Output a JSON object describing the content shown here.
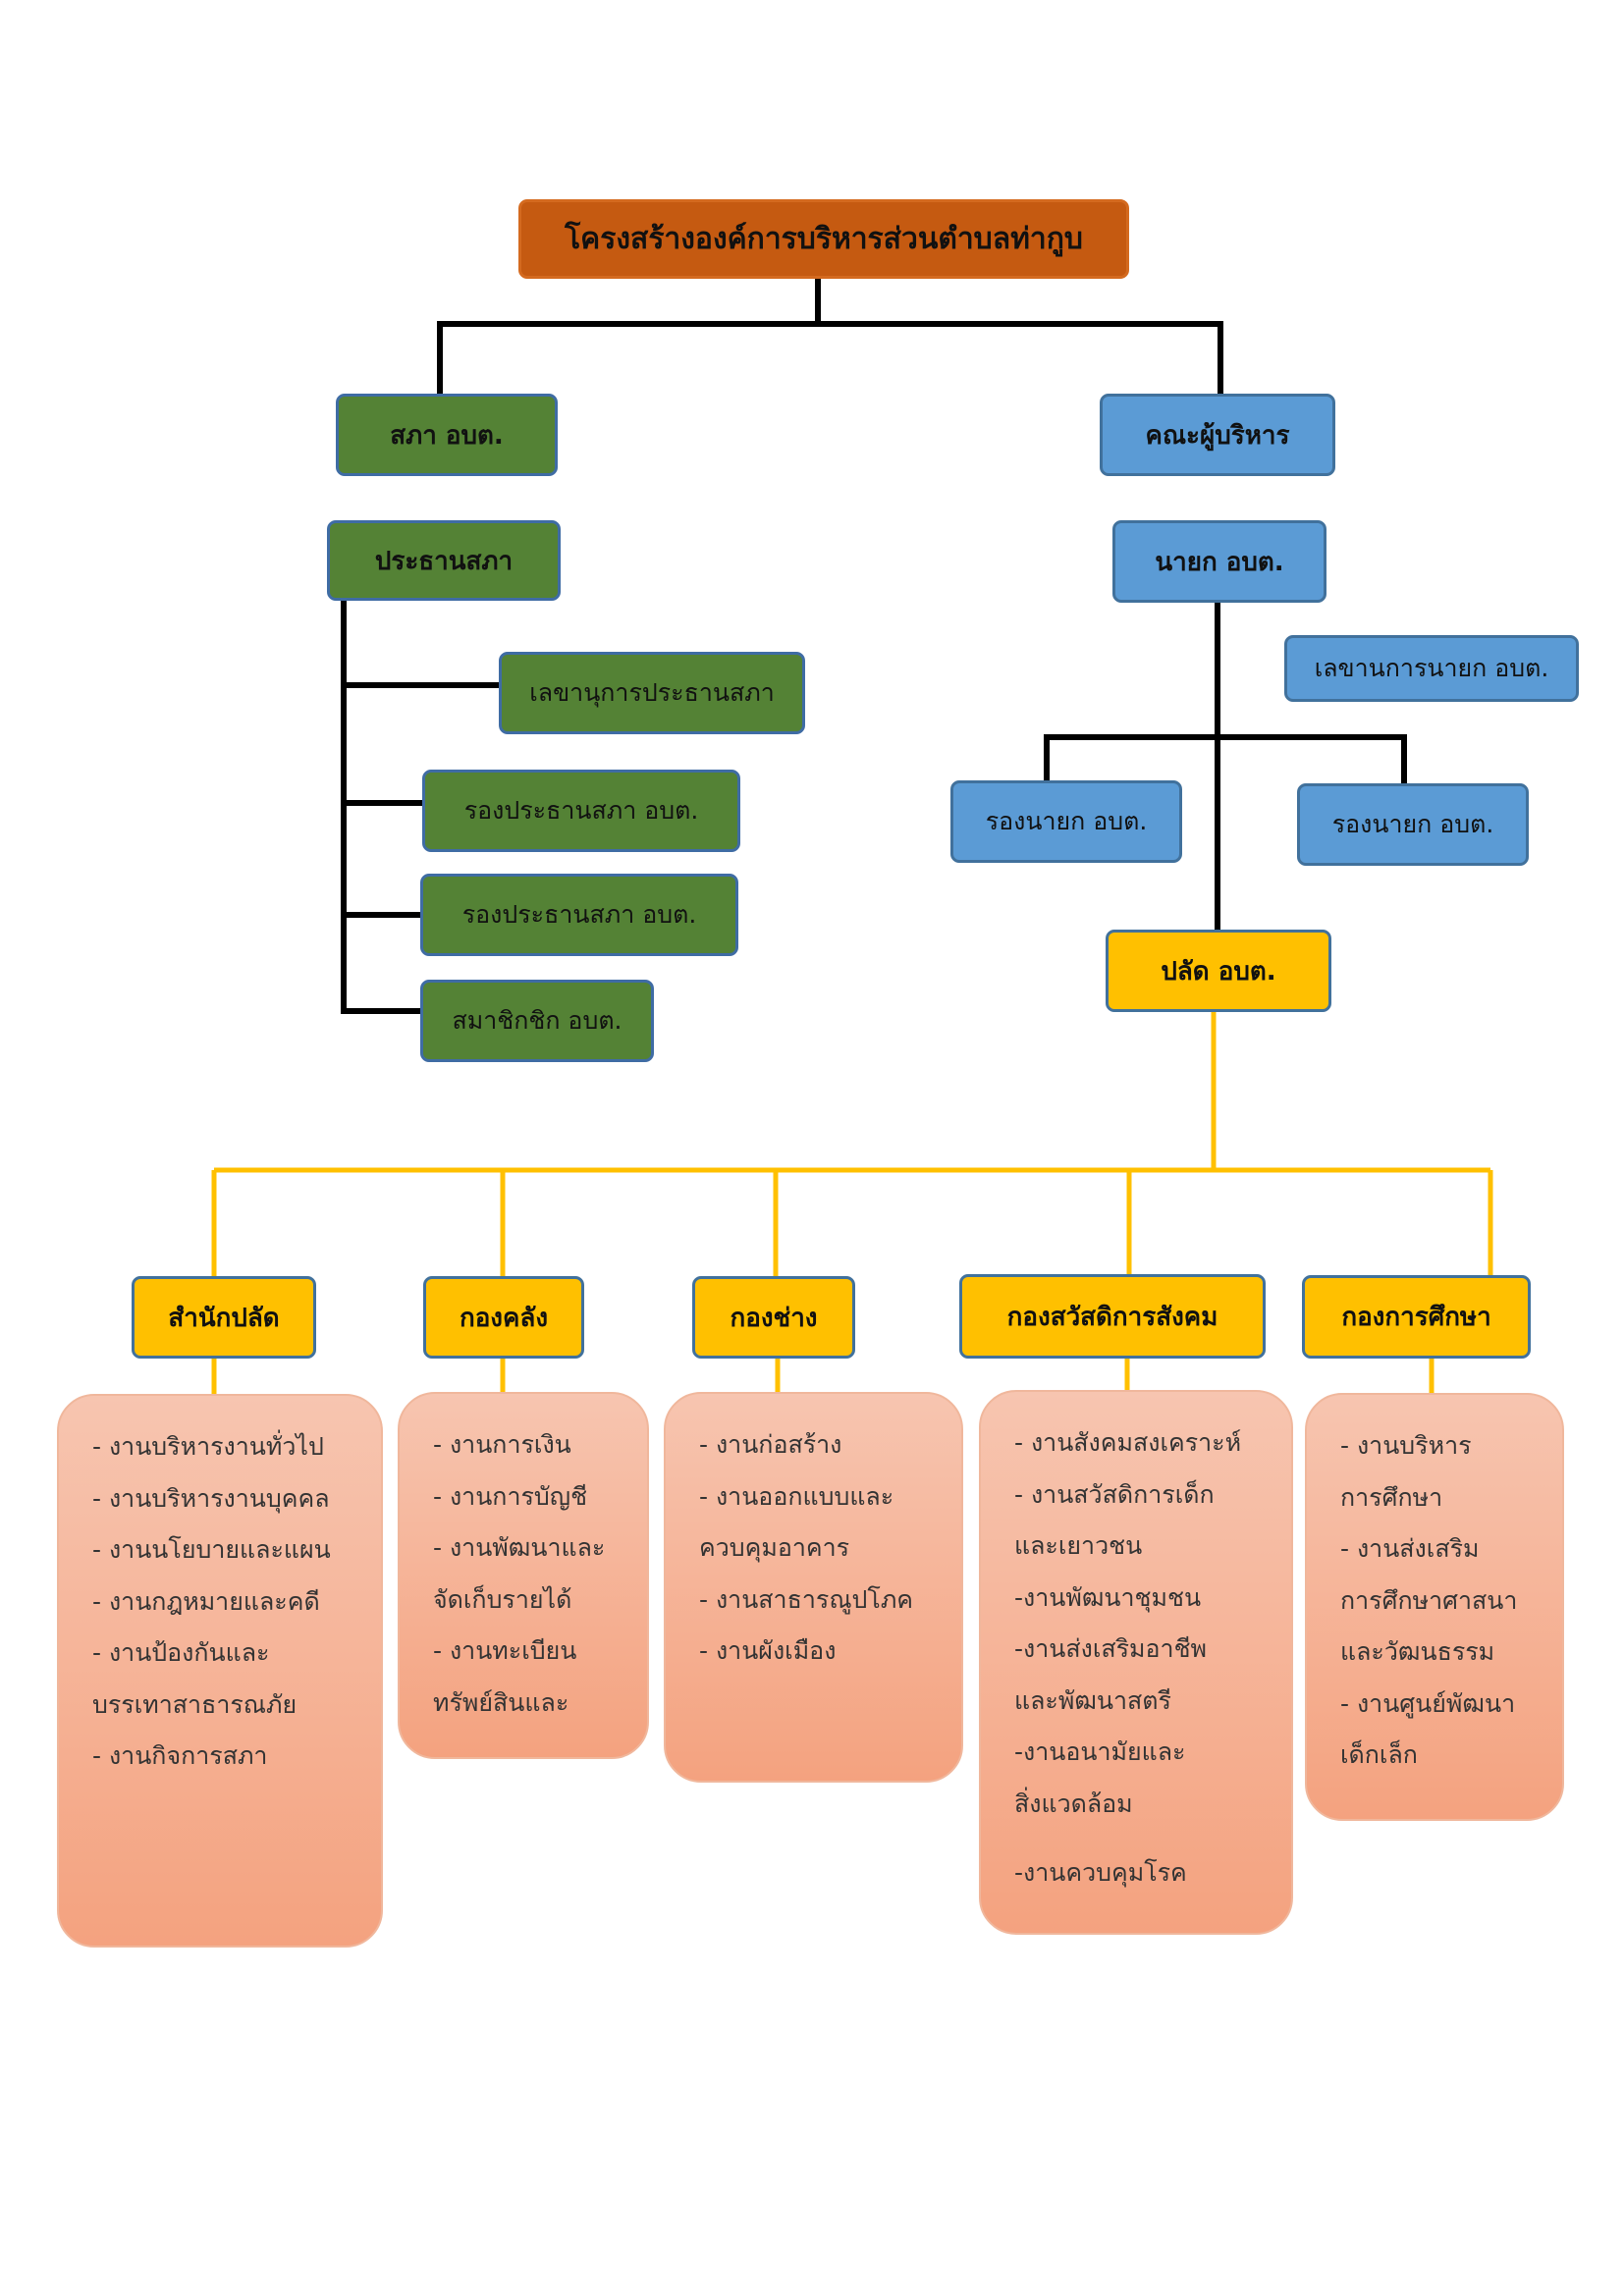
{
  "title": "โครงสร้างองค์การบริหารส่วนตำบลท่ากูบ",
  "council": {
    "head": "สภา อบต.",
    "chair": "ประธานสภา",
    "secretary": "เลขานุการประธานสภา",
    "vice_chair_1": "รองประธานสภา อบต.",
    "vice_chair_2": "รองประธานสภา อบต.",
    "members": "สมาชิกชิก อบต."
  },
  "executive": {
    "head": "คณะผู้บริหาร",
    "mayor": "นายก อบต.",
    "secretary": "เลขานการนายก อบต.",
    "deputy_1": "รองนายก อบต.",
    "deputy_2": "รองนายก อบต.",
    "clerk": "ปลัด อบต."
  },
  "divisions": [
    {
      "name": "สำนักปลัด",
      "duties": [
        "- งานบริหารงานทั่วไป",
        "- งานบริหารงานบุคคล",
        "- งานนโยบายและแผน",
        "- งานกฎหมายและคดี",
        "- งานป้องกันและ",
        "บรรเทาสาธารณภัย",
        "- งานกิจการสภา"
      ]
    },
    {
      "name": "กองคลัง",
      "duties": [
        "- งานการเงิน",
        "- งานการบัญชี",
        "- งานพัฒนาและ",
        "จัดเก็บรายได้",
        "- งานทะเบียน",
        "ทรัพย์สินและ"
      ]
    },
    {
      "name": "กองช่าง",
      "duties": [
        "- งานก่อสร้าง",
        "- งานออกแบบและ",
        "ควบคุมอาคาร",
        "- งานสาธารณูปโภค",
        "- งานผังเมือง"
      ]
    },
    {
      "name": "กองสวัสดิการสังคม",
      "duties": [
        "- งานสังคมสงเคราะห์",
        "- งานสวัสดิการเด็ก",
        "และเยาวชน",
        "-งานพัฒนาชุมชน",
        "-งานส่งเสริมอาชีพ",
        "และพัฒนาสตรี",
        "-งานอนามัยและ",
        "สิ่งแวดล้อม",
        "-งานควบคุมโรค"
      ]
    },
    {
      "name": "กองการศึกษา",
      "duties": [
        "- งานบริหาร",
        "การศึกษา",
        "- งานส่งเสริม",
        "การศึกษาศาสนา",
        "และวัฒนธรรม",
        "- งานศูนย์พัฒนา",
        "เด็กเล็ก"
      ]
    }
  ],
  "colors": {
    "title": "#c55a11",
    "council": "#548235",
    "executive": "#5b9bd5",
    "staff": "#ffc000",
    "duties": "#f4a27f",
    "connector_black": "#000000",
    "connector_gold": "#ffc000"
  }
}
